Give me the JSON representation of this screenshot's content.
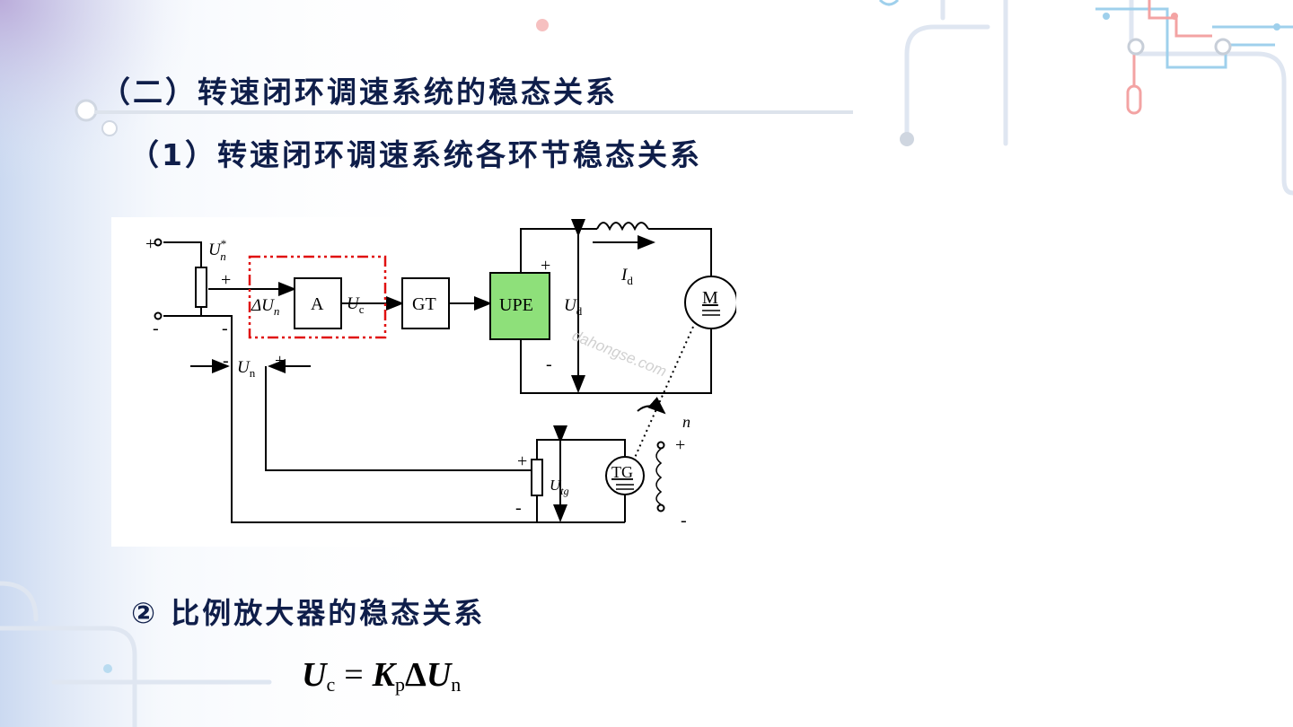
{
  "slide": {
    "title": "（二）转速闭环调速系统的稳态关系",
    "subtitle": "（1）转速闭环调速系统各环节稳态关系",
    "item": "② 比例放大器的稳态关系"
  },
  "circuit": {
    "blocks": {
      "amplifier": "A",
      "trigger": "GT",
      "converter": "UPE",
      "motor": "M",
      "tachogenerator": "TG"
    },
    "labels": {
      "ref_voltage": "U",
      "ref_voltage_sup": "*",
      "ref_voltage_sub": "n",
      "error_voltage": "ΔU",
      "error_voltage_sub": "n",
      "control_voltage": "U",
      "control_voltage_sub": "c",
      "armature_voltage": "U",
      "armature_voltage_sub": "d",
      "armature_current": "I",
      "armature_current_sub": "d",
      "feedback_voltage": "U",
      "feedback_voltage_sub": "n",
      "tacho_voltage": "U",
      "tacho_voltage_sub": "tg",
      "speed": "n",
      "plus": "+",
      "minus": "-"
    },
    "watermark": "dahongse.com",
    "colors": {
      "upe_fill": "#8ee07a",
      "dash_box": "#e01010"
    }
  },
  "formula": {
    "lhs": "U",
    "lhs_sub": "c",
    "equals": "=",
    "gain": "K",
    "gain_sub": "p",
    "delta": "Δ",
    "rhs": "U",
    "rhs_sub": "n"
  }
}
